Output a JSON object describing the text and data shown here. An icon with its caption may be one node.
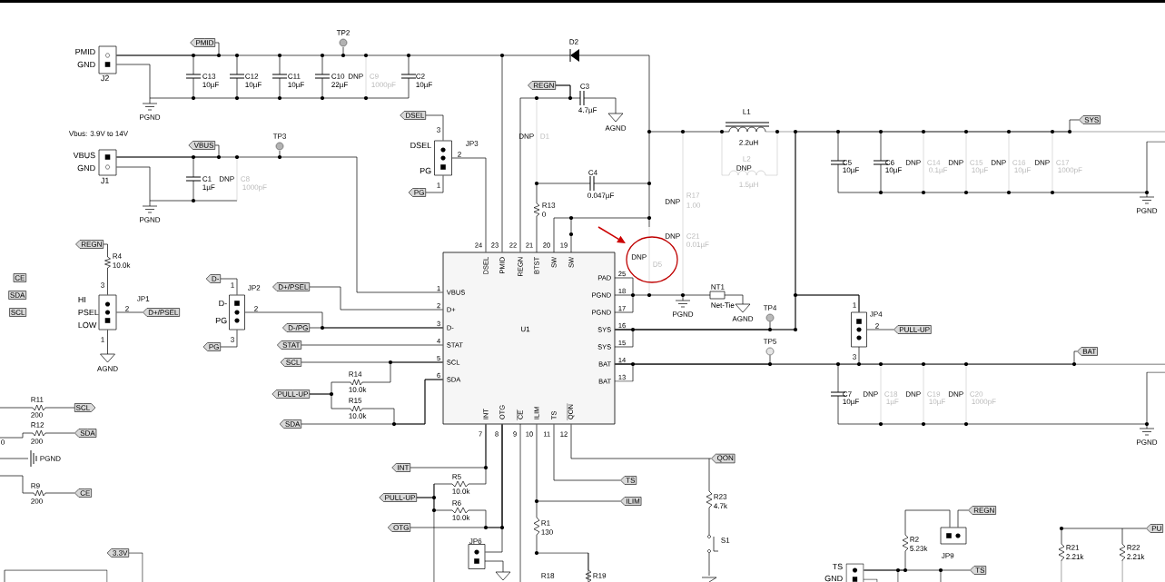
{
  "diagram": {
    "nodes": [
      {
        "text": [
          "PMID",
          "GND",
          "J2"
        ]
      },
      {
        "text": [
          "PMID"
        ]
      },
      {
        "text": [
          "TP2"
        ]
      },
      {
        "text": [
          "PGND"
        ]
      },
      {
        "text": [
          "VBUS",
          "GND",
          "J1"
        ]
      },
      {
        "text": [
          "VBUS"
        ]
      },
      {
        "text": [
          "TP3"
        ]
      },
      {
        "text": [
          "PGND"
        ]
      },
      {
        "text": [
          "DSEL"
        ]
      },
      {
        "text": [
          "DSEL",
          "PG",
          "JP3"
        ]
      },
      {
        "text": [
          "PG"
        ]
      },
      {
        "text": [
          "REGN"
        ]
      },
      {
        "text": [
          "AGND"
        ]
      },
      {
        "text": [
          "SYS"
        ]
      },
      {
        "text": [
          "PGND"
        ]
      },
      {
        "text": [
          "REGN"
        ]
      },
      {
        "text": [
          "CE"
        ]
      },
      {
        "text": [
          "SDA"
        ]
      },
      {
        "text": [
          "SCL"
        ]
      },
      {
        "text": [
          "HI",
          "PSEL",
          "LOW",
          "JP1"
        ]
      },
      {
        "text": [
          "D+/PSEL"
        ]
      },
      {
        "text": [
          "AGND"
        ]
      },
      {
        "text": [
          "D-"
        ]
      },
      {
        "text": [
          "D-",
          "PG",
          "JP2"
        ]
      },
      {
        "text": [
          "PG"
        ]
      },
      {
        "text": [
          "D+/PSEL"
        ]
      },
      {
        "text": [
          "D-/PG"
        ]
      },
      {
        "text": [
          "STAT"
        ]
      },
      {
        "text": [
          "SCL"
        ]
      },
      {
        "text": [
          "PULL-UP"
        ]
      },
      {
        "text": [
          "SDA"
        ]
      },
      {
        "text": [
          "U1",
          "VBUS",
          "D+",
          "D-",
          "STAT",
          "SCL",
          "SDA",
          "DSEL",
          "PMID",
          "REGN",
          "BTST",
          "SW",
          "SW",
          "INT",
          "OTG",
          "CE",
          "ILIM",
          "TS",
          "QON",
          "PAD",
          "PGND",
          "PGND",
          "SYS",
          "SYS",
          "BAT",
          "BAT"
        ],
        "beside": [
          "24",
          "23",
          "22",
          "21",
          "20",
          "19",
          "1",
          "2",
          "3",
          "4",
          "5",
          "6",
          "25",
          "18",
          "17",
          "16",
          "15",
          "14",
          "13",
          "7",
          "8",
          "9",
          "10",
          "11",
          "12"
        ]
      },
      {
        "text": [
          "PGND"
        ]
      },
      {
        "text": [
          "AGND"
        ]
      },
      {
        "text": [
          "TP4"
        ]
      },
      {
        "text": [
          "TP5"
        ]
      },
      {
        "text": [
          "JP4"
        ]
      },
      {
        "text": [
          "PULL-UP"
        ]
      },
      {
        "text": [
          "BAT"
        ]
      },
      {
        "text": [
          "PGND"
        ]
      },
      {
        "text": [
          "SCL"
        ]
      },
      {
        "text": [
          "SDA"
        ]
      },
      {
        "text": [
          "PGND"
        ]
      },
      {
        "text": [
          "CE"
        ]
      },
      {
        "text": [
          "3.3V"
        ]
      },
      {
        "text": [
          "INT"
        ]
      },
      {
        "text": [
          "PULL-UP"
        ]
      },
      {
        "text": [
          "OTG"
        ]
      },
      {
        "text": [
          "JP6"
        ]
      },
      {
        "text": [
          "TS"
        ]
      },
      {
        "text": [
          "ILIM"
        ]
      },
      {
        "text": [
          "QON"
        ]
      },
      {
        "text": [
          "REGN"
        ]
      },
      {
        "text": [
          "JP9"
        ]
      },
      {
        "text": [
          "TS"
        ]
      },
      {
        "text": [
          "TS",
          "GND"
        ]
      },
      {
        "text": [
          "PU"
        ]
      }
    ],
    "edges": [
      {
        "from": 0,
        "to": 31,
        "arrow": "none"
      },
      {
        "from": 0,
        "to": 3,
        "arrow": "none"
      },
      {
        "from": 4,
        "to": 31,
        "arrow": "none"
      },
      {
        "from": 4,
        "to": 7,
        "arrow": "none"
      },
      {
        "from": 8,
        "to": 9,
        "arrow": "none"
      },
      {
        "from": 9,
        "to": 31,
        "arrow": "none"
      },
      {
        "from": 10,
        "to": 9,
        "arrow": "none"
      },
      {
        "from": 11,
        "to": 31,
        "arrow": "none"
      },
      {
        "from": 19,
        "to": 20,
        "arrow": "none"
      },
      {
        "from": 19,
        "to": 21,
        "arrow": "none"
      },
      {
        "from": 22,
        "to": 23,
        "arrow": "none"
      },
      {
        "from": 23,
        "to": 31,
        "arrow": "none"
      },
      {
        "from": 24,
        "to": 23,
        "arrow": "none"
      },
      {
        "from": 25,
        "to": 31,
        "arrow": "none"
      },
      {
        "from": 26,
        "to": 31,
        "arrow": "none"
      },
      {
        "from": 27,
        "to": 31,
        "arrow": "none"
      },
      {
        "from": 28,
        "to": 31,
        "arrow": "none"
      },
      {
        "from": 30,
        "to": 31,
        "arrow": "none"
      },
      {
        "from": 36,
        "to": 37,
        "arrow": "none"
      },
      {
        "from": 45,
        "to": 31,
        "arrow": "none"
      },
      {
        "from": 47,
        "to": 31,
        "arrow": "none"
      },
      {
        "from": 48,
        "to": 31,
        "arrow": "none"
      },
      {
        "from": 49,
        "to": 31,
        "arrow": "none"
      },
      {
        "from": 50,
        "to": 31,
        "arrow": "none"
      },
      {
        "from": 51,
        "to": 31,
        "arrow": "none"
      },
      {
        "from": 52,
        "to": 53,
        "arrow": "none"
      },
      {
        "from": 1,
        "to": 0,
        "arrow": "none"
      },
      {
        "from": 5,
        "to": 4,
        "arrow": "none"
      },
      {
        "from": 11,
        "to": 12,
        "arrow": "none"
      },
      {
        "from": 13,
        "to": 36,
        "arrow": "none"
      },
      {
        "from": 31,
        "to": 38,
        "arrow": "none"
      },
      {
        "from": 15,
        "to": 19,
        "arrow": "none"
      },
      {
        "from": 29,
        "to": 31,
        "arrow": "none"
      },
      {
        "from": 29,
        "to": 31,
        "arrow": "none"
      },
      {
        "from": 46,
        "to": 31,
        "arrow": "none"
      },
      {
        "from": 46,
        "to": 31,
        "arrow": "none"
      },
      {
        "from": 53,
        "to": 55,
        "arrow": "none"
      },
      {
        "from": 54,
        "to": 55,
        "arrow": "none"
      },
      {
        "from": 31,
        "to": 34,
        "arrow": "none"
      },
      {
        "from": 31,
        "to": 36,
        "arrow": "none"
      },
      {
        "from": 31,
        "to": 35,
        "arrow": "none"
      }
    ],
    "labels": [
      "Vbus: 3.9V to 14V",
      "C13",
      "10µF",
      "C12",
      "10µF",
      "C11",
      "10µF",
      "C10",
      "22µF",
      "DNP",
      "C9",
      "1000pF",
      "C2",
      "10µF",
      "D2",
      "C3",
      "4.7µF",
      "C1",
      "1µF",
      "DNP",
      "C8",
      "1000pF",
      "DNP",
      "D1",
      "L1",
      "2.2uH",
      "L2",
      "DNP",
      "1.5µH",
      "C4",
      "0.047µF",
      "R13",
      "0",
      "DNP",
      "R17",
      "1.00",
      "DNP",
      "C21",
      "0.01µF",
      "DNP",
      "D5",
      "NT1",
      "Net-Tie",
      "C5",
      "10µF",
      "C6",
      "10µF",
      "DNP",
      "C14",
      "0.1µF",
      "DNP",
      "C15",
      "10µF",
      "DNP",
      "C16",
      "10µF",
      "DNP",
      "C17",
      "1000pF",
      "R4",
      "10.0k",
      "R14",
      "10.0k",
      "C7",
      "DNP",
      "C18",
      "DNP",
      "C19",
      "DNP",
      "C20",
      "R11",
      "R15",
      "10µF",
      "1µF",
      "10µF",
      "1000pF",
      "200",
      "10.0k",
      "R12",
      "0",
      "200",
      "R5",
      "R9",
      "10.0k",
      "200",
      "R6",
      "10.0k",
      "R1",
      "130",
      "R23",
      "4.7k",
      "S1",
      "R2",
      "5.23k",
      "R21",
      "2.21k",
      "R22",
      "2.21k",
      "R18",
      "R19",
      "3",
      "2",
      "1",
      "3",
      "2",
      "1",
      "1",
      "2",
      "3",
      "1",
      "2",
      "3"
    ]
  }
}
